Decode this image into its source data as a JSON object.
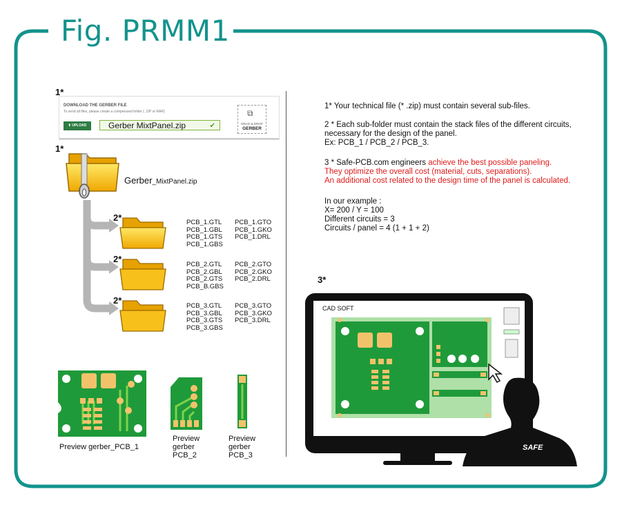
{
  "title": "Fig. PRMM1",
  "markers": {
    "one": "1*",
    "two": "2*",
    "three": "3*"
  },
  "upload": {
    "heading": "DOWNLOAD THE GERBER FILE",
    "subtext": "To send all files, please create a compressed folder (. ZIP or RAR)",
    "button": "UPLOAD",
    "file_value": "Gerber MixtPanel.zip",
    "dropzone_line1": "DRAG & DROP",
    "dropzone_line2": "GERBER"
  },
  "zip": {
    "name_main": "Gerber",
    "name_small": "_MixtPanel.zip"
  },
  "folders": [
    {
      "col1": [
        "PCB_1.GTL",
        "PCB_1.GBL",
        "PCB_1.GTS",
        "PCB_1.GBS"
      ],
      "col2": [
        "PCB_1.GTO",
        "PCB_1.GKO",
        "PCB_1.DRL"
      ]
    },
    {
      "col1": [
        "PCB_2.GTL",
        "PCB_2.GBL",
        "PCB_2.GTS",
        "PCB_B.GBS"
      ],
      "col2": [
        "PCB_2.GTO",
        "PCB_2.GKO",
        "PCB_2.DRL"
      ]
    },
    {
      "col1": [
        "PCB_3.GTL",
        "PCB_3.GBL",
        "PCB_3.GTS",
        "PCB_3.GBS"
      ],
      "col2": [
        "PCB_3.GTO",
        "PCB_3.GKO",
        "PCB_3.DRL"
      ]
    }
  ],
  "previews": {
    "pcb1": "Preview gerber_PCB_1",
    "pcb2": [
      "Preview",
      "gerber",
      "PCB_2"
    ],
    "pcb3": [
      "Preview",
      "gerber",
      "PCB_3"
    ]
  },
  "explanation": {
    "p1": "1* Your technical file (* .zip) must contain several sub-files.",
    "p2": [
      "2 * Each sub-folder must contain the stack files of the different circuits,",
      "necessary for the design of the panel.",
      "Ex: PCB_1 / PCB_2 / PCB_3."
    ],
    "p3_black": "3 * Safe-PCB.com engineers ",
    "p3_red": [
      "achieve the best possible paneling.",
      "They optimize the overall cost (material, cuts, separations).",
      "An additional cost related to the design time of the panel is calculated."
    ],
    "example": [
      "In our example :",
      "X= 200 / Y = 100",
      "Different circuits  = 3",
      "Circuits / panel = 4 (1 + 1 + 2)"
    ]
  },
  "monitor": {
    "app_label": "CAD SOFT",
    "shirt_logo": "SAFE"
  },
  "colors": {
    "teal": "#13938c",
    "pcb_green": "#1f9a3a",
    "pad_gold": "#f2c26b",
    "red_text": "#e01a1a"
  }
}
